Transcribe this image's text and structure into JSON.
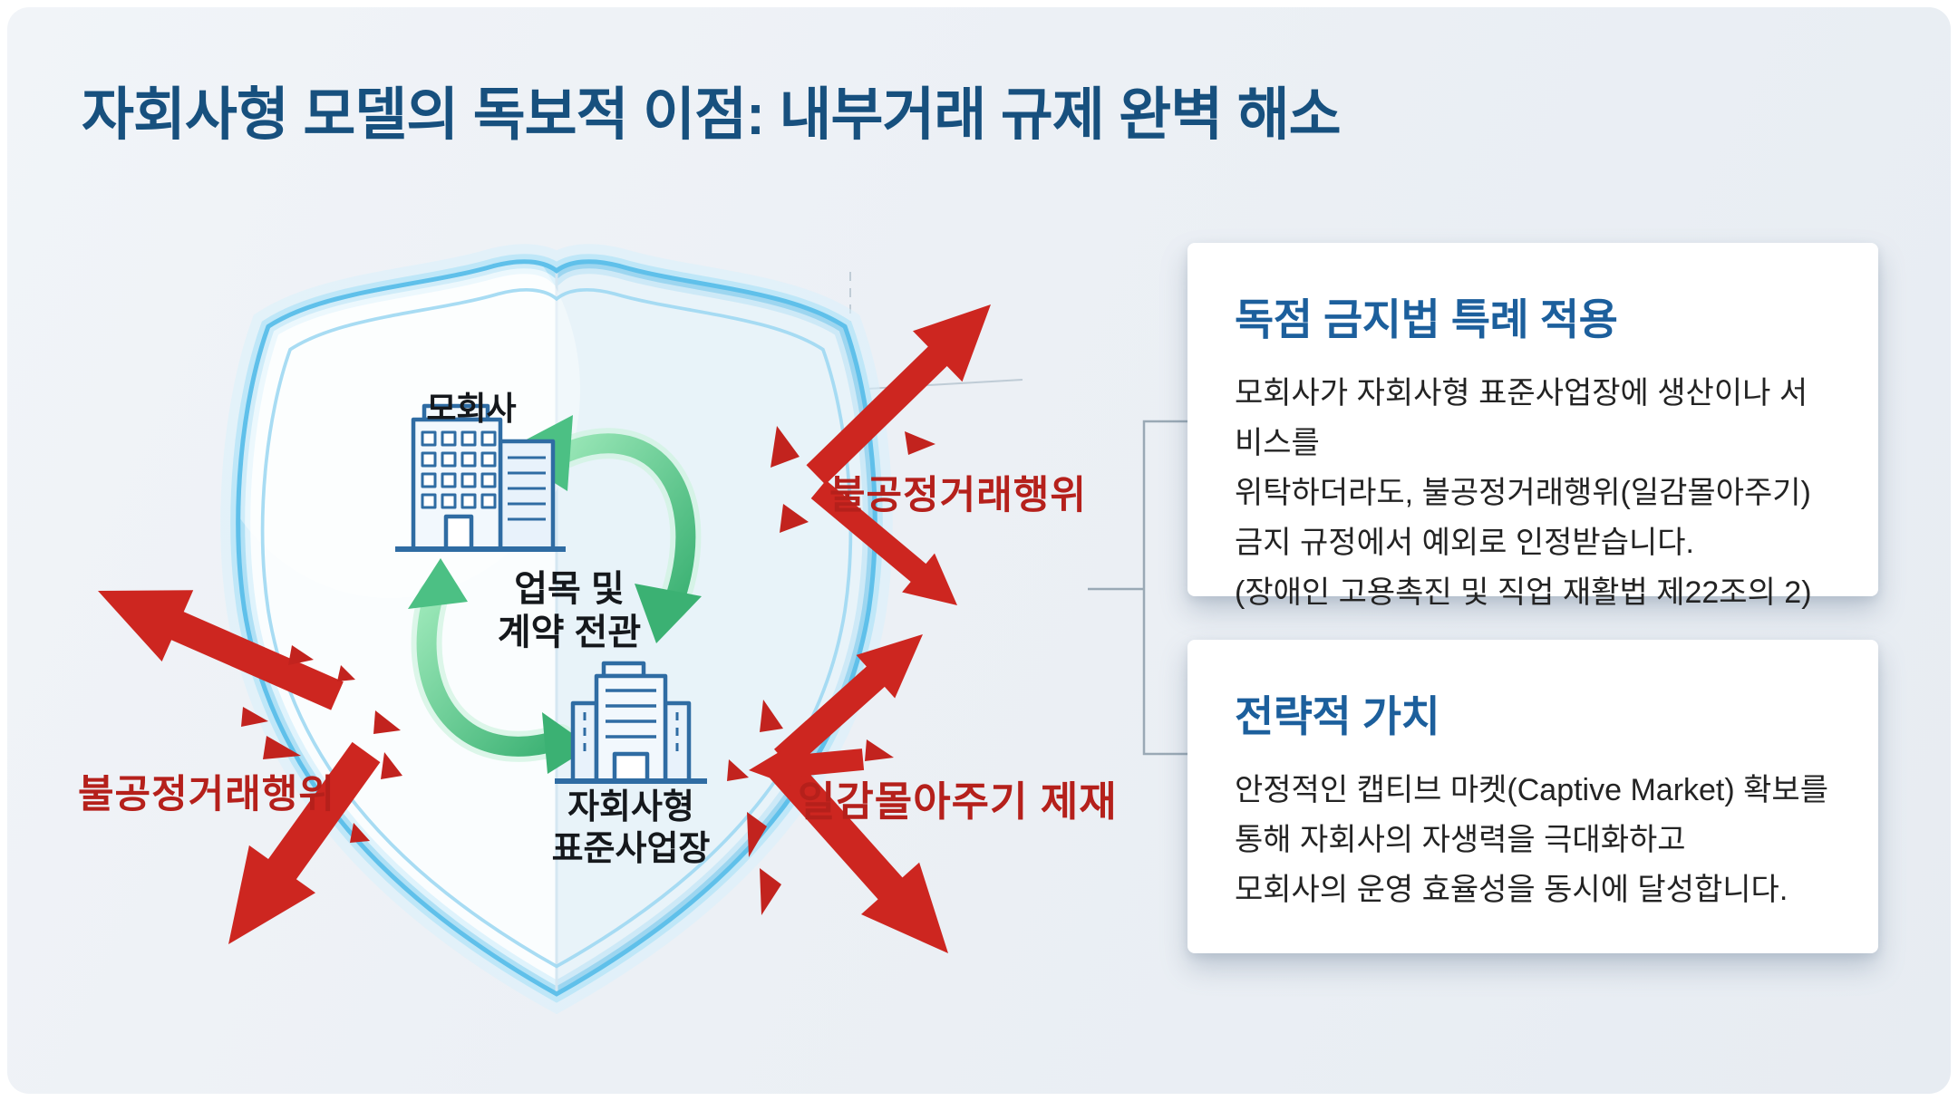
{
  "slide": {
    "title": "자회사형 모델의 독보적 이점: 내부거래 규제 완벽 해소"
  },
  "colors": {
    "title_blue": "#17507e",
    "card_heading_blue": "#1c5f9c",
    "alert_red": "#b5201b",
    "shield_blue": "#5fc0ea",
    "cycle_green": "#3bb173",
    "background": "#edf1f6"
  },
  "icons": {
    "shield": "protection-shield",
    "cycle_arrows": "circular-exchange-arrows",
    "parent_building": "office-building",
    "subsidiary_building": "office-building",
    "blocked_arrows": "deflected-attack-arrow"
  },
  "diagram": {
    "parent_label": "모회사",
    "cycle_label_line1": "업목 및",
    "cycle_label_line2": "계약 전관",
    "subsidiary_label_line1": "자회사형",
    "subsidiary_label_line2": "표준사업장",
    "attack_left": "불공정거래행위",
    "attack_top_right": "불공정거래행위",
    "attack_bottom_right": "일감몰아주기 제재"
  },
  "cards": [
    {
      "title": "독점 금지법 특례 적용",
      "body_lines": [
        "모회사가 자회사형 표준사업장에 생산이나 서비스를",
        "위탁하더라도, 불공정거래행위(일감몰아주기)",
        "금지 규정에서 예외로 인정받습니다.",
        "(장애인 고용촉진 및 직업 재활법 제22조의 2)"
      ]
    },
    {
      "title": "전략적 가치",
      "body_lines": [
        "안정적인 캡티브 마켓(Captive Market) 확보를",
        "통해 자회사의 자생력을 극대화하고",
        "모회사의 운영 효율성을 동시에 달성합니다."
      ]
    }
  ]
}
